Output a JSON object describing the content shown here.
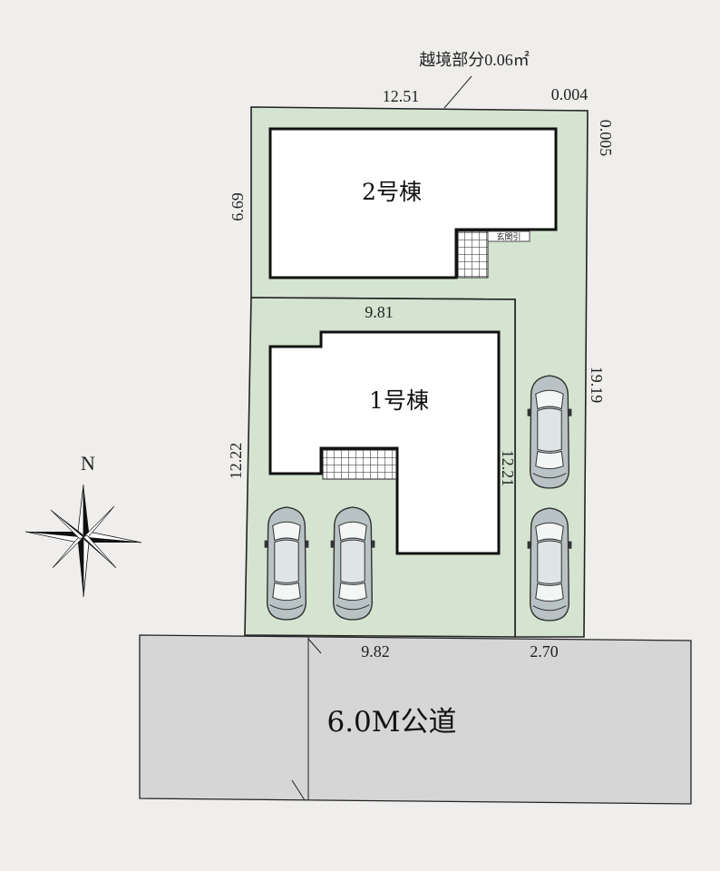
{
  "colors": {
    "background": "#efeeec",
    "lot_fill": "#d4e4d0",
    "road_fill": "#d6d6d6",
    "building_fill": "#ffffff",
    "outline": "#111111",
    "car_body": "#b9c2c4"
  },
  "annotation": {
    "encroachment": "越境部分0.06㎡"
  },
  "dimensions": {
    "top": "12.51",
    "top_right_small": "0.004",
    "right_top_small": "0.005",
    "left_upper": "6.69",
    "right_full": "19.19",
    "lot1_top": "9.81",
    "lot1_left": "12.22",
    "lot1_right": "12.21",
    "bottom_left": "9.82",
    "bottom_right": "2.70"
  },
  "buildings": {
    "b2": {
      "label": "2号棟",
      "entrance_label": "玄関引"
    },
    "b1": {
      "label": "1号棟"
    }
  },
  "road": {
    "label": "6.0M公道"
  },
  "compass": {
    "label": "N",
    "icon": "compass-rose-icon"
  },
  "parking": {
    "car_count": 4,
    "icon": "car-icon"
  }
}
